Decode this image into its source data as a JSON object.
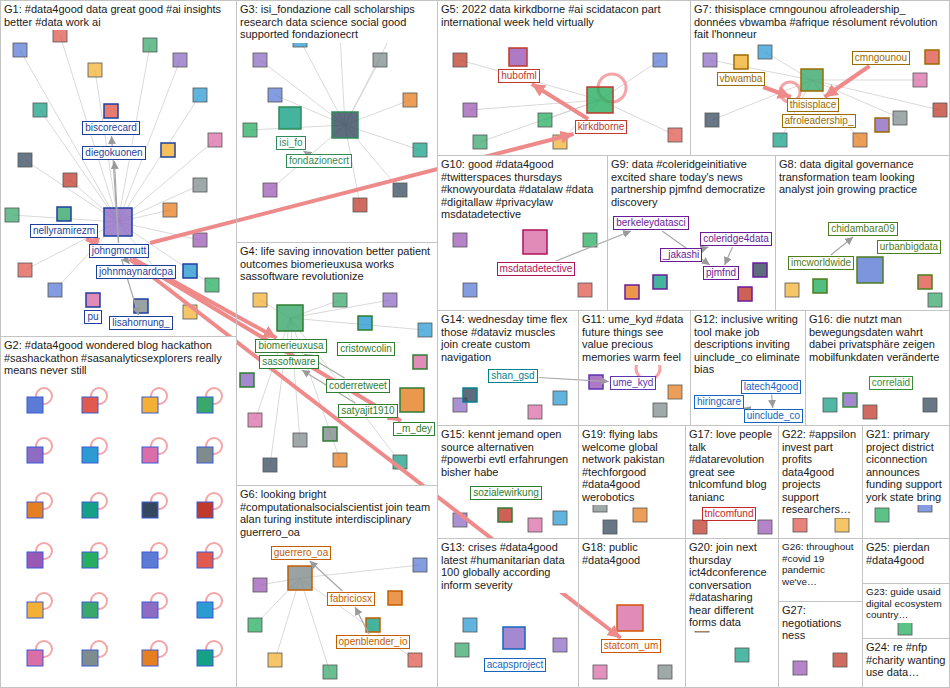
{
  "diagram": {
    "nodes": [
      {
        "text": [
          "G1: #data4good data great good #ai insights better #data work ai"
        ]
      },
      {
        "text": [
          "biscorecard"
        ],
        "in": 0
      },
      {
        "text": [
          "diegokuonen"
        ],
        "in": 0
      },
      {
        "text": [
          "nellyramirezm"
        ],
        "in": 0
      },
      {
        "text": [
          "johngmcnutt"
        ],
        "in": 0
      },
      {
        "text": [
          "johnmaynardcpa"
        ],
        "in": 0
      },
      {
        "text": [
          "pu"
        ],
        "in": 0
      },
      {
        "text": [
          "lisahornung_"
        ],
        "in": 0
      },
      {
        "text": [
          "G3: isi_fondazione call scholarships research data science social good supported fondazionecrt"
        ]
      },
      {
        "text": [
          "isi_fo"
        ],
        "in": 8
      },
      {
        "text": [
          "fondazionecrt"
        ],
        "in": 8
      },
      {
        "text": [
          "G5: 2022 data kirkdborne #ai scidatacon part international week held virtually"
        ]
      },
      {
        "text": [
          "hubofml"
        ],
        "in": 11
      },
      {
        "text": [
          "kirkdborne"
        ],
        "in": 11
      },
      {
        "text": [
          "G7: thisisplace cmngounou afroleadership_ données vbwamba #afrique résolument révolution fait l'honneur"
        ]
      },
      {
        "text": [
          "cmngounou"
        ],
        "in": 14
      },
      {
        "text": [
          "vbwamba"
        ],
        "in": 14
      },
      {
        "text": [
          "thisisplace"
        ],
        "in": 14
      },
      {
        "text": [
          "afroleadership_"
        ],
        "in": 14
      },
      {
        "text": [
          "G10: good #data4good #twitterspaces thursdays #knowyourdata #datalaw #data #digitallaw #privacylaw msdatadetective"
        ]
      },
      {
        "text": [
          "msdatadetective"
        ],
        "in": 19
      },
      {
        "text": [
          "G9: data #coleridgeinitiative excited share today's news partnership pjmfnd democratize discovery"
        ]
      },
      {
        "text": [
          "berkeleydatasci"
        ],
        "in": 21
      },
      {
        "text": [
          "_jakashi"
        ],
        "in": 21
      },
      {
        "text": [
          "coleridge4data"
        ],
        "in": 21
      },
      {
        "text": [
          "pjmfnd"
        ],
        "in": 21
      },
      {
        "text": [
          "G8: data digital governance transformation team looking analyst join growing practice"
        ]
      },
      {
        "text": [
          "imcworldwide"
        ],
        "in": 26
      },
      {
        "text": [
          "chidambara09"
        ],
        "in": 26
      },
      {
        "text": [
          "urbanbigdata"
        ],
        "in": 26
      },
      {
        "text": [
          "G4: life saving innovation better patient outcomes biomerieuxusa works sassoftware revolutionize"
        ]
      },
      {
        "text": [
          "biomerieuxusa"
        ],
        "in": 30
      },
      {
        "text": [
          "sassoftware"
        ],
        "in": 30
      },
      {
        "text": [
          "cristowcolin"
        ],
        "in": 30
      },
      {
        "text": [
          "coderretweet"
        ],
        "in": 30
      },
      {
        "text": [
          "satyajit1910"
        ],
        "in": 30
      },
      {
        "text": [
          "_m_dey"
        ],
        "in": 30
      },
      {
        "text": [
          "G14: wednesday time flex those #dataviz muscles join create custom navigation"
        ]
      },
      {
        "text": [
          "shan_gsd"
        ],
        "in": 37
      },
      {
        "text": [
          "G11: ume_kyd #data future things see value precious memories warm feel"
        ]
      },
      {
        "text": [
          "ume_kyd"
        ],
        "in": 39
      },
      {
        "text": [
          "G12: inclusive writing tool make job descriptions inviting uinclude_co eliminate bias"
        ]
      },
      {
        "text": [
          "latech4good"
        ],
        "in": 41
      },
      {
        "text": [
          "uinclude_co"
        ],
        "in": 41
      },
      {
        "text": [
          "hiringcare"
        ],
        "in": 41
      },
      {
        "text": [
          "G16: die nutzt man bewegungsdaten wahrt dabei privatsphäre zeigen mobilfunkdaten veränderte"
        ]
      },
      {
        "text": [
          "correlaid"
        ],
        "in": 45
      },
      {
        "text": [
          "G2: #data4good wondered blog hackathon #sashackathon #sasanalyticsexplorers really means never still"
        ]
      },
      {
        "text": [
          "G6: looking bright #computationalsocialscientist join team alan turing institute interdisciplinary guerrero_oa"
        ]
      },
      {
        "text": [
          "guerrero_oa"
        ],
        "in": 48
      },
      {
        "text": [
          "fabriciosx"
        ],
        "in": 48
      },
      {
        "text": [
          "openblender_io"
        ],
        "in": 48
      },
      {
        "text": [
          "G15: kennt jemand open source alternativen #powerbi evtl erfahrungen bisher habe"
        ]
      },
      {
        "text": [
          "sozialewirkung"
        ],
        "in": 52
      },
      {
        "text": [
          "G19: flying labs welcome global network pakistan #techforgood #data4good werobotics"
        ]
      },
      {
        "text": [
          "G17: love people talk #datarevolution great see tnlcomfund blog tanianc"
        ]
      },
      {
        "text": [
          "tnlcomfund"
        ],
        "in": 55
      },
      {
        "text": [
          "G22: #appsilon invest part profits data4good projects support researchers…"
        ]
      },
      {
        "text": [
          "G21: primary project district ciconnection announces funding support york state bring"
        ]
      },
      {
        "text": [
          "G13: crises #data4good latest #humanitarian data 100 globally according inform severity"
        ]
      },
      {
        "text": [
          "acapsproject"
        ],
        "in": 59
      },
      {
        "text": [
          "G18: public #data4good"
        ]
      },
      {
        "text": [
          "statcom_um"
        ],
        "in": 61
      },
      {
        "text": [
          "G20: join next thursday ict4dconference conversation #datasharing hear different forms data"
        ]
      },
      {
        "text": [
          "G26: throughout #covid 19 pandemic we've…"
        ]
      },
      {
        "text": [
          "G25: pierdan #data4good"
        ]
      },
      {
        "text": [
          "G27: negotiations ness"
        ]
      },
      {
        "text": [
          "G23: guide usaid digital ecosystem country…"
        ]
      },
      {
        "text": [
          "G24: re #nfp #charity wanting use data…"
        ]
      }
    ],
    "edges": [
      {
        "from": 4,
        "to": 3,
        "arrow": "to"
      },
      {
        "from": 4,
        "to": 13,
        "arrow": "to"
      },
      {
        "from": 4,
        "to": 31,
        "arrow": "to"
      },
      {
        "from": 4,
        "to": 36,
        "arrow": "to"
      },
      {
        "from": 4,
        "to": 62,
        "arrow": "to"
      },
      {
        "from": 4,
        "to": 1,
        "arrow": "to"
      },
      {
        "from": 4,
        "to": 2,
        "arrow": "to"
      },
      {
        "from": 4,
        "to": 5,
        "arrow": "to"
      },
      {
        "from": 4,
        "to": 7,
        "arrow": "to"
      },
      {
        "from": 13,
        "to": 12,
        "arrow": "to"
      },
      {
        "from": 16,
        "to": 17,
        "arrow": "to"
      },
      {
        "from": 15,
        "to": 17,
        "arrow": "to"
      },
      {
        "from": 20,
        "to": 22,
        "arrow": "to"
      },
      {
        "from": 22,
        "to": 25,
        "arrow": "to"
      },
      {
        "from": 24,
        "to": 25,
        "arrow": "to"
      },
      {
        "from": 23,
        "to": 24,
        "arrow": "to"
      },
      {
        "from": 27,
        "to": 28,
        "arrow": "to"
      },
      {
        "from": 44,
        "to": 43,
        "arrow": "to"
      },
      {
        "from": 42,
        "to": 43,
        "arrow": "to"
      },
      {
        "from": 50,
        "to": 49,
        "arrow": "to"
      },
      {
        "from": 51,
        "to": 50,
        "arrow": "to"
      },
      {
        "from": 34,
        "to": 31,
        "arrow": "to"
      },
      {
        "from": 35,
        "to": 32,
        "arrow": "to"
      },
      {
        "from": 10,
        "to": 9,
        "arrow": "to"
      },
      {
        "from": 38,
        "to": 40,
        "arrow": "to"
      }
    ]
  }
}
